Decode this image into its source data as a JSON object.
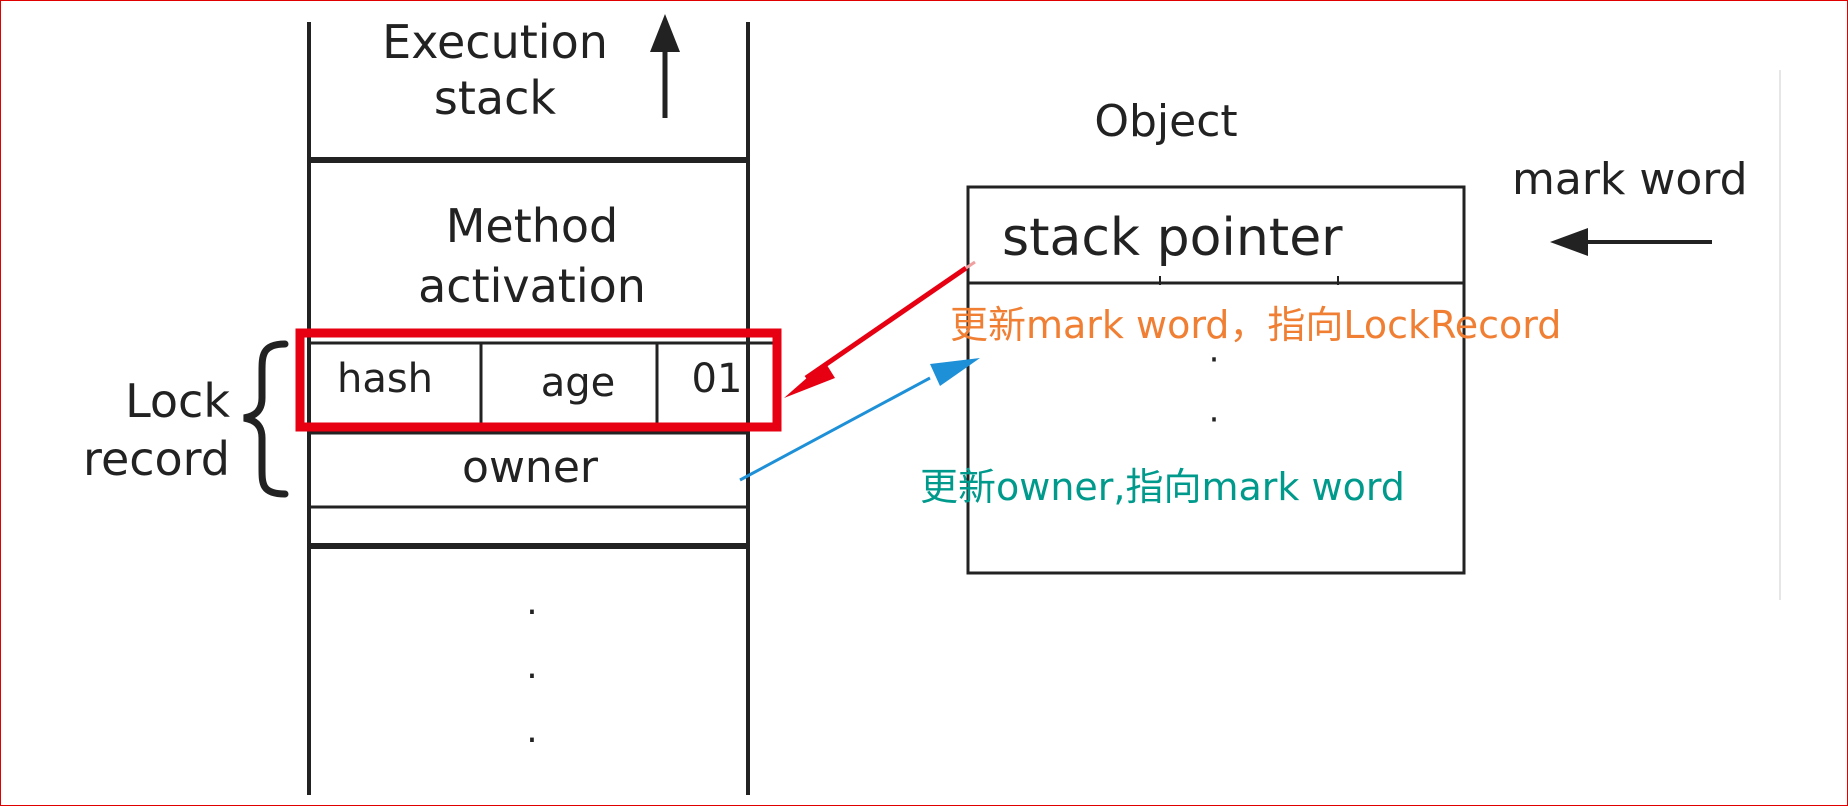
{
  "stack": {
    "title_line1": "Execution",
    "title_line2": "stack",
    "method_line1": "Method",
    "method_line2": "activation",
    "fields": [
      "hash",
      "age",
      "01"
    ],
    "owner": "owner",
    "ellipsis": "·"
  },
  "lock_record": {
    "line1": "Lock",
    "line2": "record"
  },
  "object": {
    "title": "Object",
    "mark_word": "mark word",
    "stack_pointer": "stack pointer",
    "ellipsis": "·"
  },
  "annotations": {
    "update_mark_word": "更新mark word，指向LockRecord",
    "update_owner": "更新owner,指向mark word"
  },
  "colors": {
    "highlight": "#e60012",
    "annotation_orange": "#f07f33",
    "annotation_teal": "#009a8c",
    "arrow_blue": "#1e90d8",
    "outline": "#222222"
  }
}
